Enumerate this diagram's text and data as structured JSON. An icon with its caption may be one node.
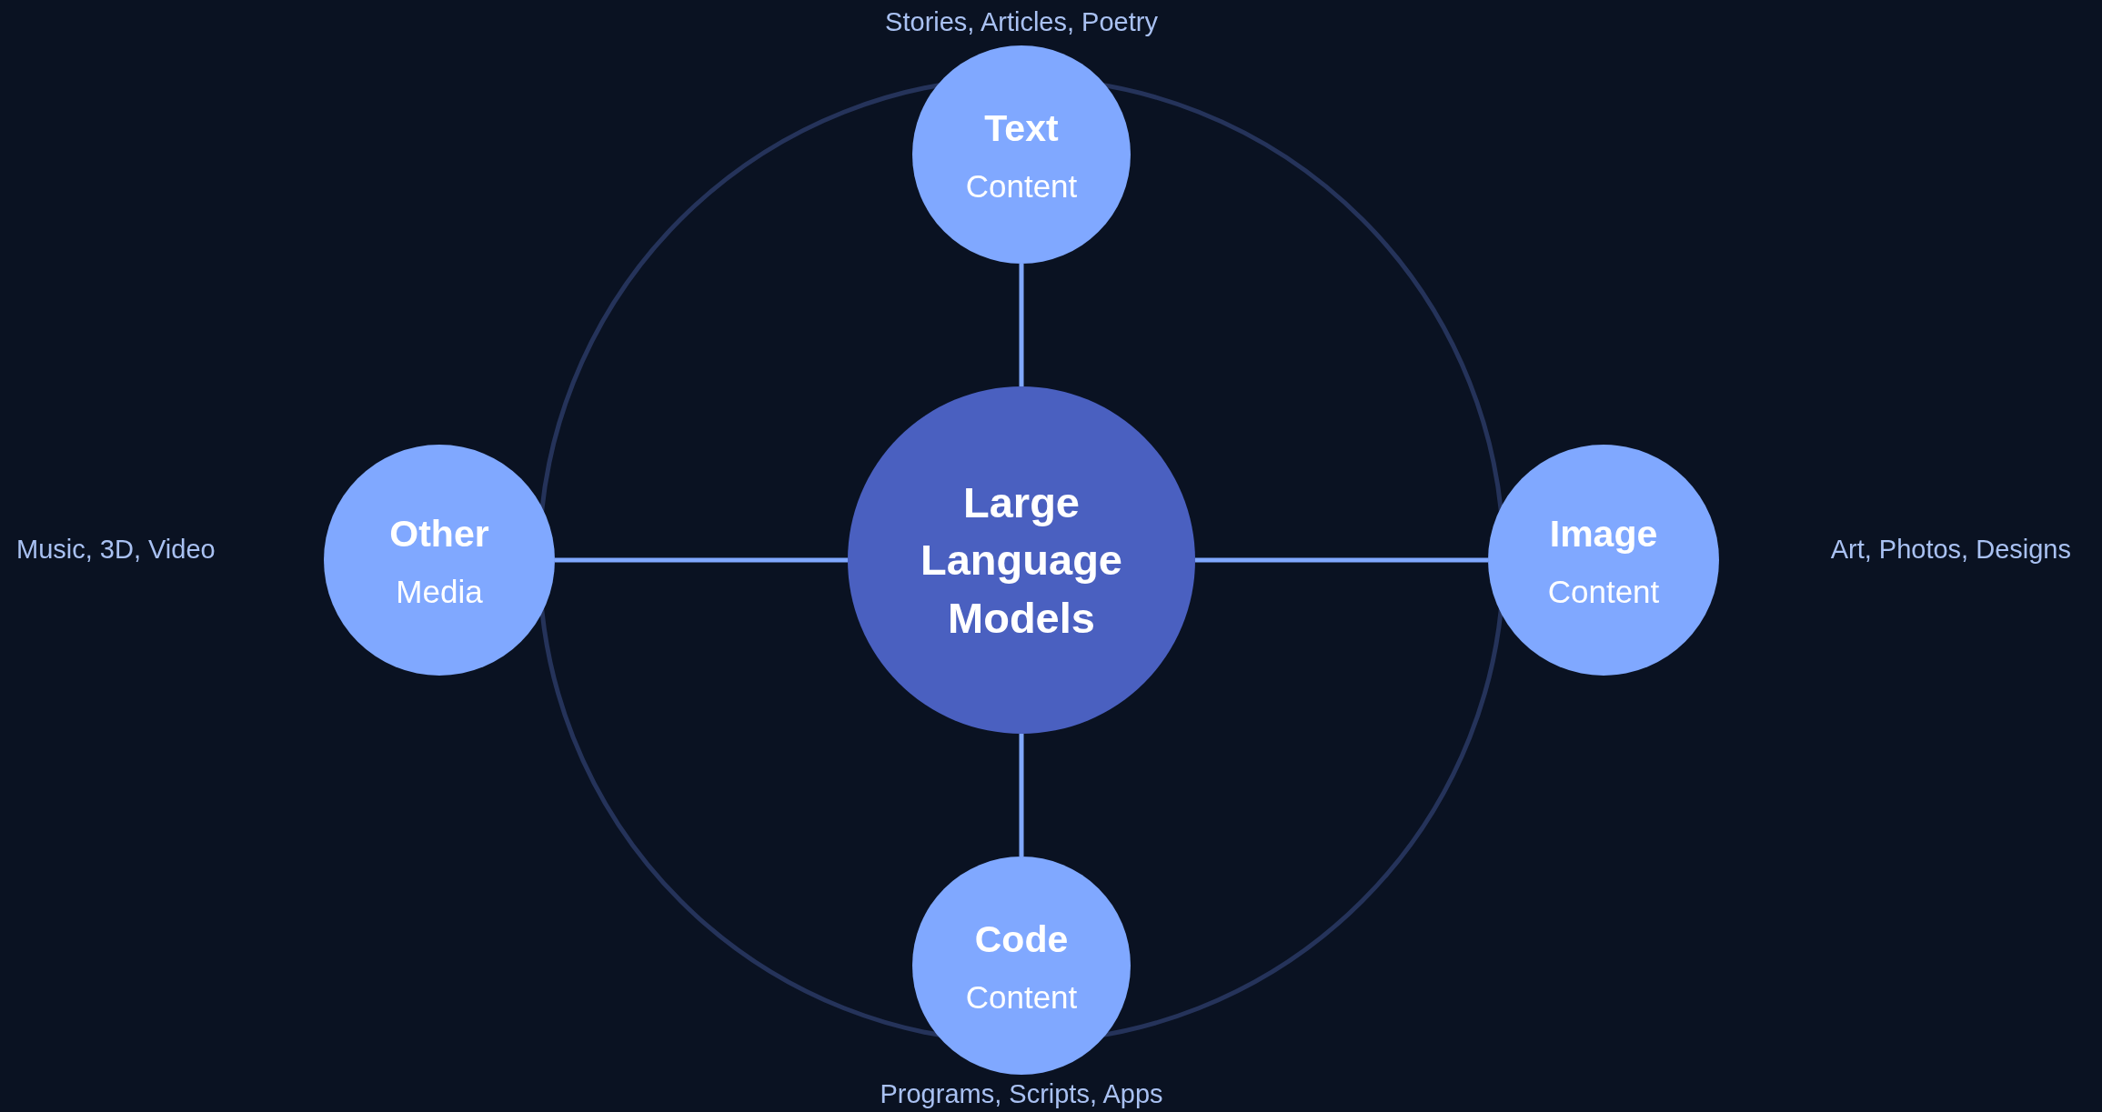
{
  "diagram": {
    "nodes": [
      {
        "text": [
          "Text",
          "Content"
        ]
      },
      {
        "text": [
          "Other",
          "Media"
        ]
      },
      {
        "text": [
          "Large Language Models"
        ]
      },
      {
        "text": [
          "Image",
          "Content"
        ]
      },
      {
        "text": [
          "Code",
          "Content"
        ]
      }
    ],
    "edges": [
      {
        "from": 2,
        "to": 0,
        "arrow": "none"
      },
      {
        "from": 2,
        "to": 1,
        "arrow": "none"
      },
      {
        "from": 2,
        "to": 3,
        "arrow": "none"
      },
      {
        "from": 2,
        "to": 4,
        "arrow": "none"
      }
    ],
    "labels": [
      "Stories, Articles, Poetry",
      "Music, 3D, Video",
      "Art, Photos, Designs",
      "Programs, Scripts, Apps"
    ]
  }
}
